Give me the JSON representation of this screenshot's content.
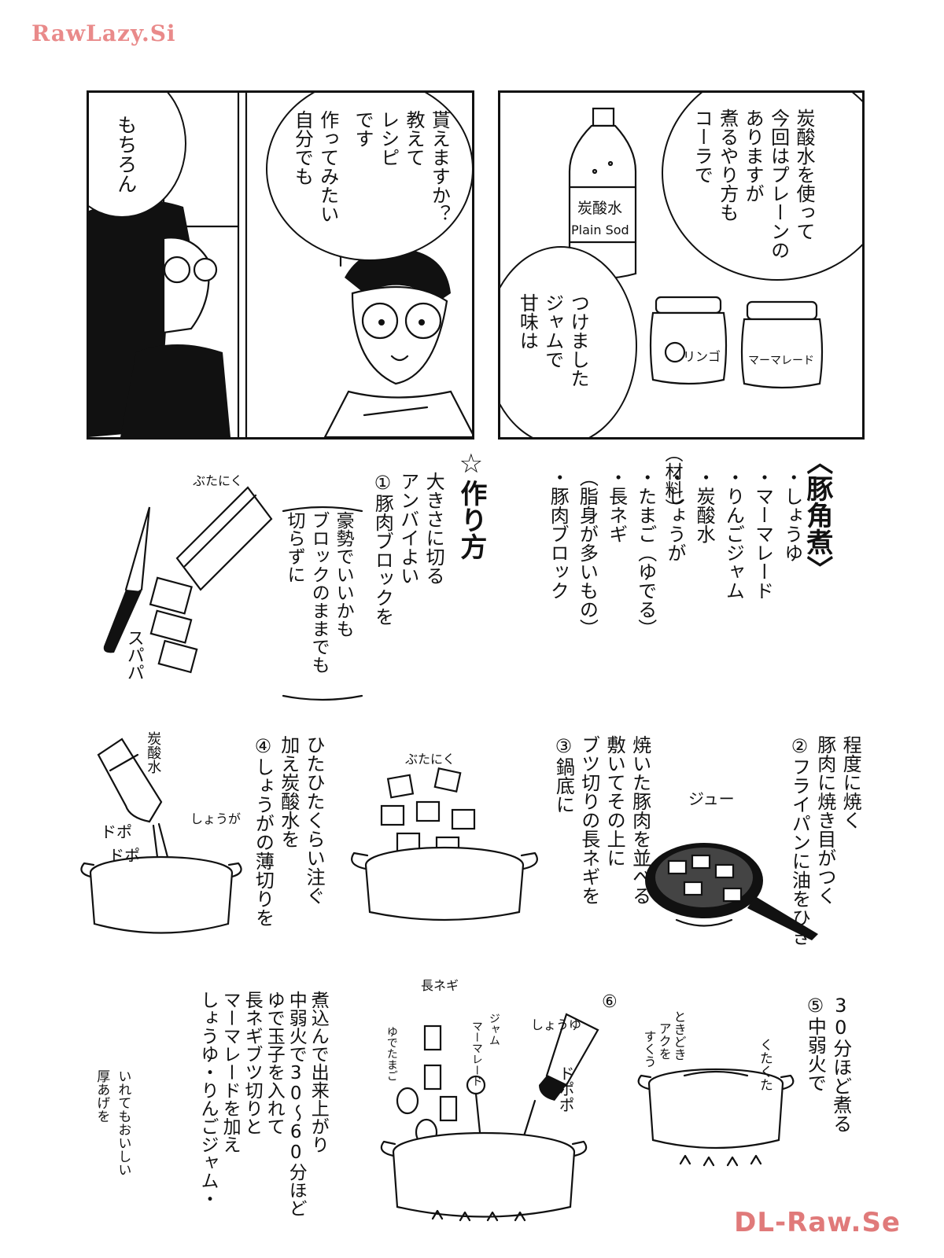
{
  "watermarks": {
    "top_left": "RawLazy.Si",
    "bottom_right": "DL-Raw.Se"
  },
  "panel_left": {
    "bubble_1": [
      "もちろん"
    ],
    "bubble_2": [
      "自分でも",
      "作ってみたい",
      "です",
      "レシピ",
      "教えて",
      "貰えますか？"
    ]
  },
  "panel_right": {
    "bubble_1": [
      "コーラで",
      "煮るやり方も",
      "ありますが",
      "今回はプレーンの",
      "炭酸水を使って"
    ],
    "bubble_2": [
      "甘味は",
      "ジャムで",
      "つけました"
    ],
    "bottle_label_jp": "炭酸水",
    "bottle_label_en": "Plain Sod",
    "jar_1_label": "リンゴ",
    "jar_2_label": "マーマレード"
  },
  "recipe": {
    "title": "〈豚角煮〉",
    "ingredients_heading": "（材料）",
    "ingredients": [
      "・豚肉ブロック",
      "（脂身が多いもの）",
      "・長ネギ",
      "・たまご（ゆでる）",
      "・しょうが",
      "・炭酸水",
      "・りんごジャム",
      "・マーマレード",
      "・しょうゆ"
    ],
    "method_heading": "☆作り方",
    "step1": [
      "①豚肉ブロックを",
      "アンバイよい",
      "大きさに切る"
    ],
    "step1_note": [
      "切らずに",
      "ブロックのままでも",
      "豪勢でいいかも"
    ],
    "step1_sfx_1": "ぶたにく",
    "step1_sfx_2": "スパパ",
    "step2": [
      "②フライパンに油をひき",
      "豚肉に焼き目がつく",
      "程度に焼く"
    ],
    "step2_sfx": "ジュー",
    "step3": [
      "③鍋底に",
      "ブツ切りの長ネギを",
      "敷いてその上に",
      "焼いた豚肉を並べる"
    ],
    "step3_sfx": "ぶたにく",
    "step4": [
      "④しょうがの薄切りを",
      "加え炭酸水を",
      "ひたひたくらい注ぐ"
    ],
    "step4_sfx_1": "炭酸水",
    "step4_sfx_2": "しょうが",
    "step4_sfx_3": "ドポ",
    "step4_sfx_4": "ドポ",
    "step5": [
      "⑤中弱火で",
      "30分ほど煮る"
    ],
    "step5_sfx_1": "くたくた",
    "step5_sfx_2": "ときどき",
    "step5_sfx_3": "アクを",
    "step5_sfx_4": "すくう",
    "step6_num": "⑥",
    "step6_sfx_1": "しょうゆ",
    "step6_sfx_2": "ドポポ",
    "step6_sfx_3": "長ネギ",
    "step6_sfx_4": "ジャム",
    "step6_sfx_5": "マーマレード",
    "step6_sfx_6": "ゆでたまご",
    "step6_text": [
      "しょうゆ・りんごジャム・",
      "マーマレードを加え",
      "長ネギブツ切りと",
      "ゆで玉子を入れて",
      "中弱火で30〜60分ほど",
      "煮込んで出来上がり"
    ],
    "side_note": [
      "厚あげを",
      "いれてもおいしい"
    ]
  }
}
